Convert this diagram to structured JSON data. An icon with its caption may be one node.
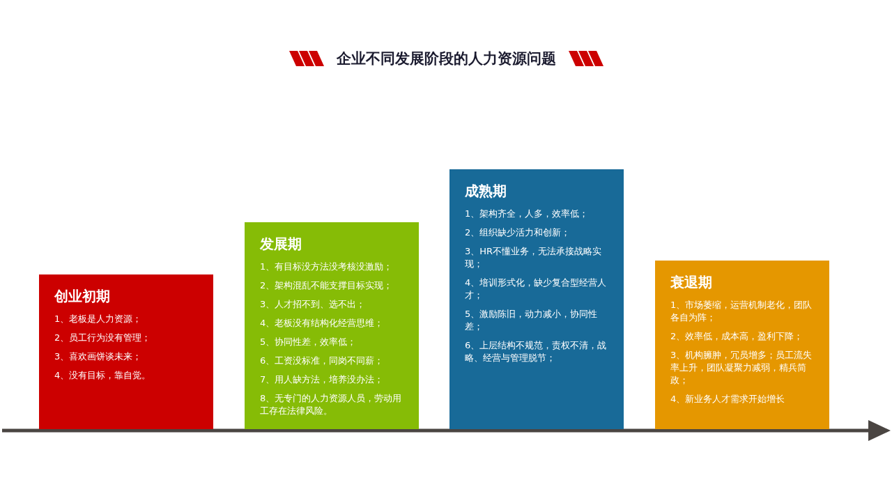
{
  "diagram": {
    "title": "企业不同发展阶段的人力资源问题",
    "nodes": [
      {
        "text": [
          "创业初期",
          "1、老板是人力资源；",
          "2、员工行为没有管理；",
          "3、喜欢画饼谈未来；",
          "4、没有目标，靠自觉。"
        ]
      },
      {
        "text": [
          "发展期",
          "1、有目标没方法没考核没激励；",
          "2、架构混乱不能支撑目标实现；",
          "3、人才招不到、选不出；",
          "4、老板没有结构化经营思维；",
          "5、协同性差，效率低；",
          "6、工资没标准，同岗不同薪；",
          "7、用人缺方法，培养没办法；",
          "8、无专门的人力资源人员，劳动用工存在法律风险。"
        ]
      },
      {
        "text": [
          "成熟期",
          "1、架构齐全，人多，效率低；",
          "2、组织缺少活力和创新；",
          "3、HR不懂业务，无法承接战略实现；",
          "4、培训形式化，缺少复合型经营人才；",
          "5、激励陈旧，动力减小，协同性差；",
          "6、上层结构不规范，责权不清，战略、经营与管理脱节；"
        ]
      },
      {
        "text": [
          "衰退期",
          "1、市场萎缩，运营机制老化，团队各自为阵；",
          "2、效率低，成本高，盈利下降；",
          "3、机构臃肿，冗员增多；员工流失率上升，团队凝聚力减弱，精兵简政；",
          "4、新业务人才需求开始增长"
        ]
      }
    ]
  }
}
